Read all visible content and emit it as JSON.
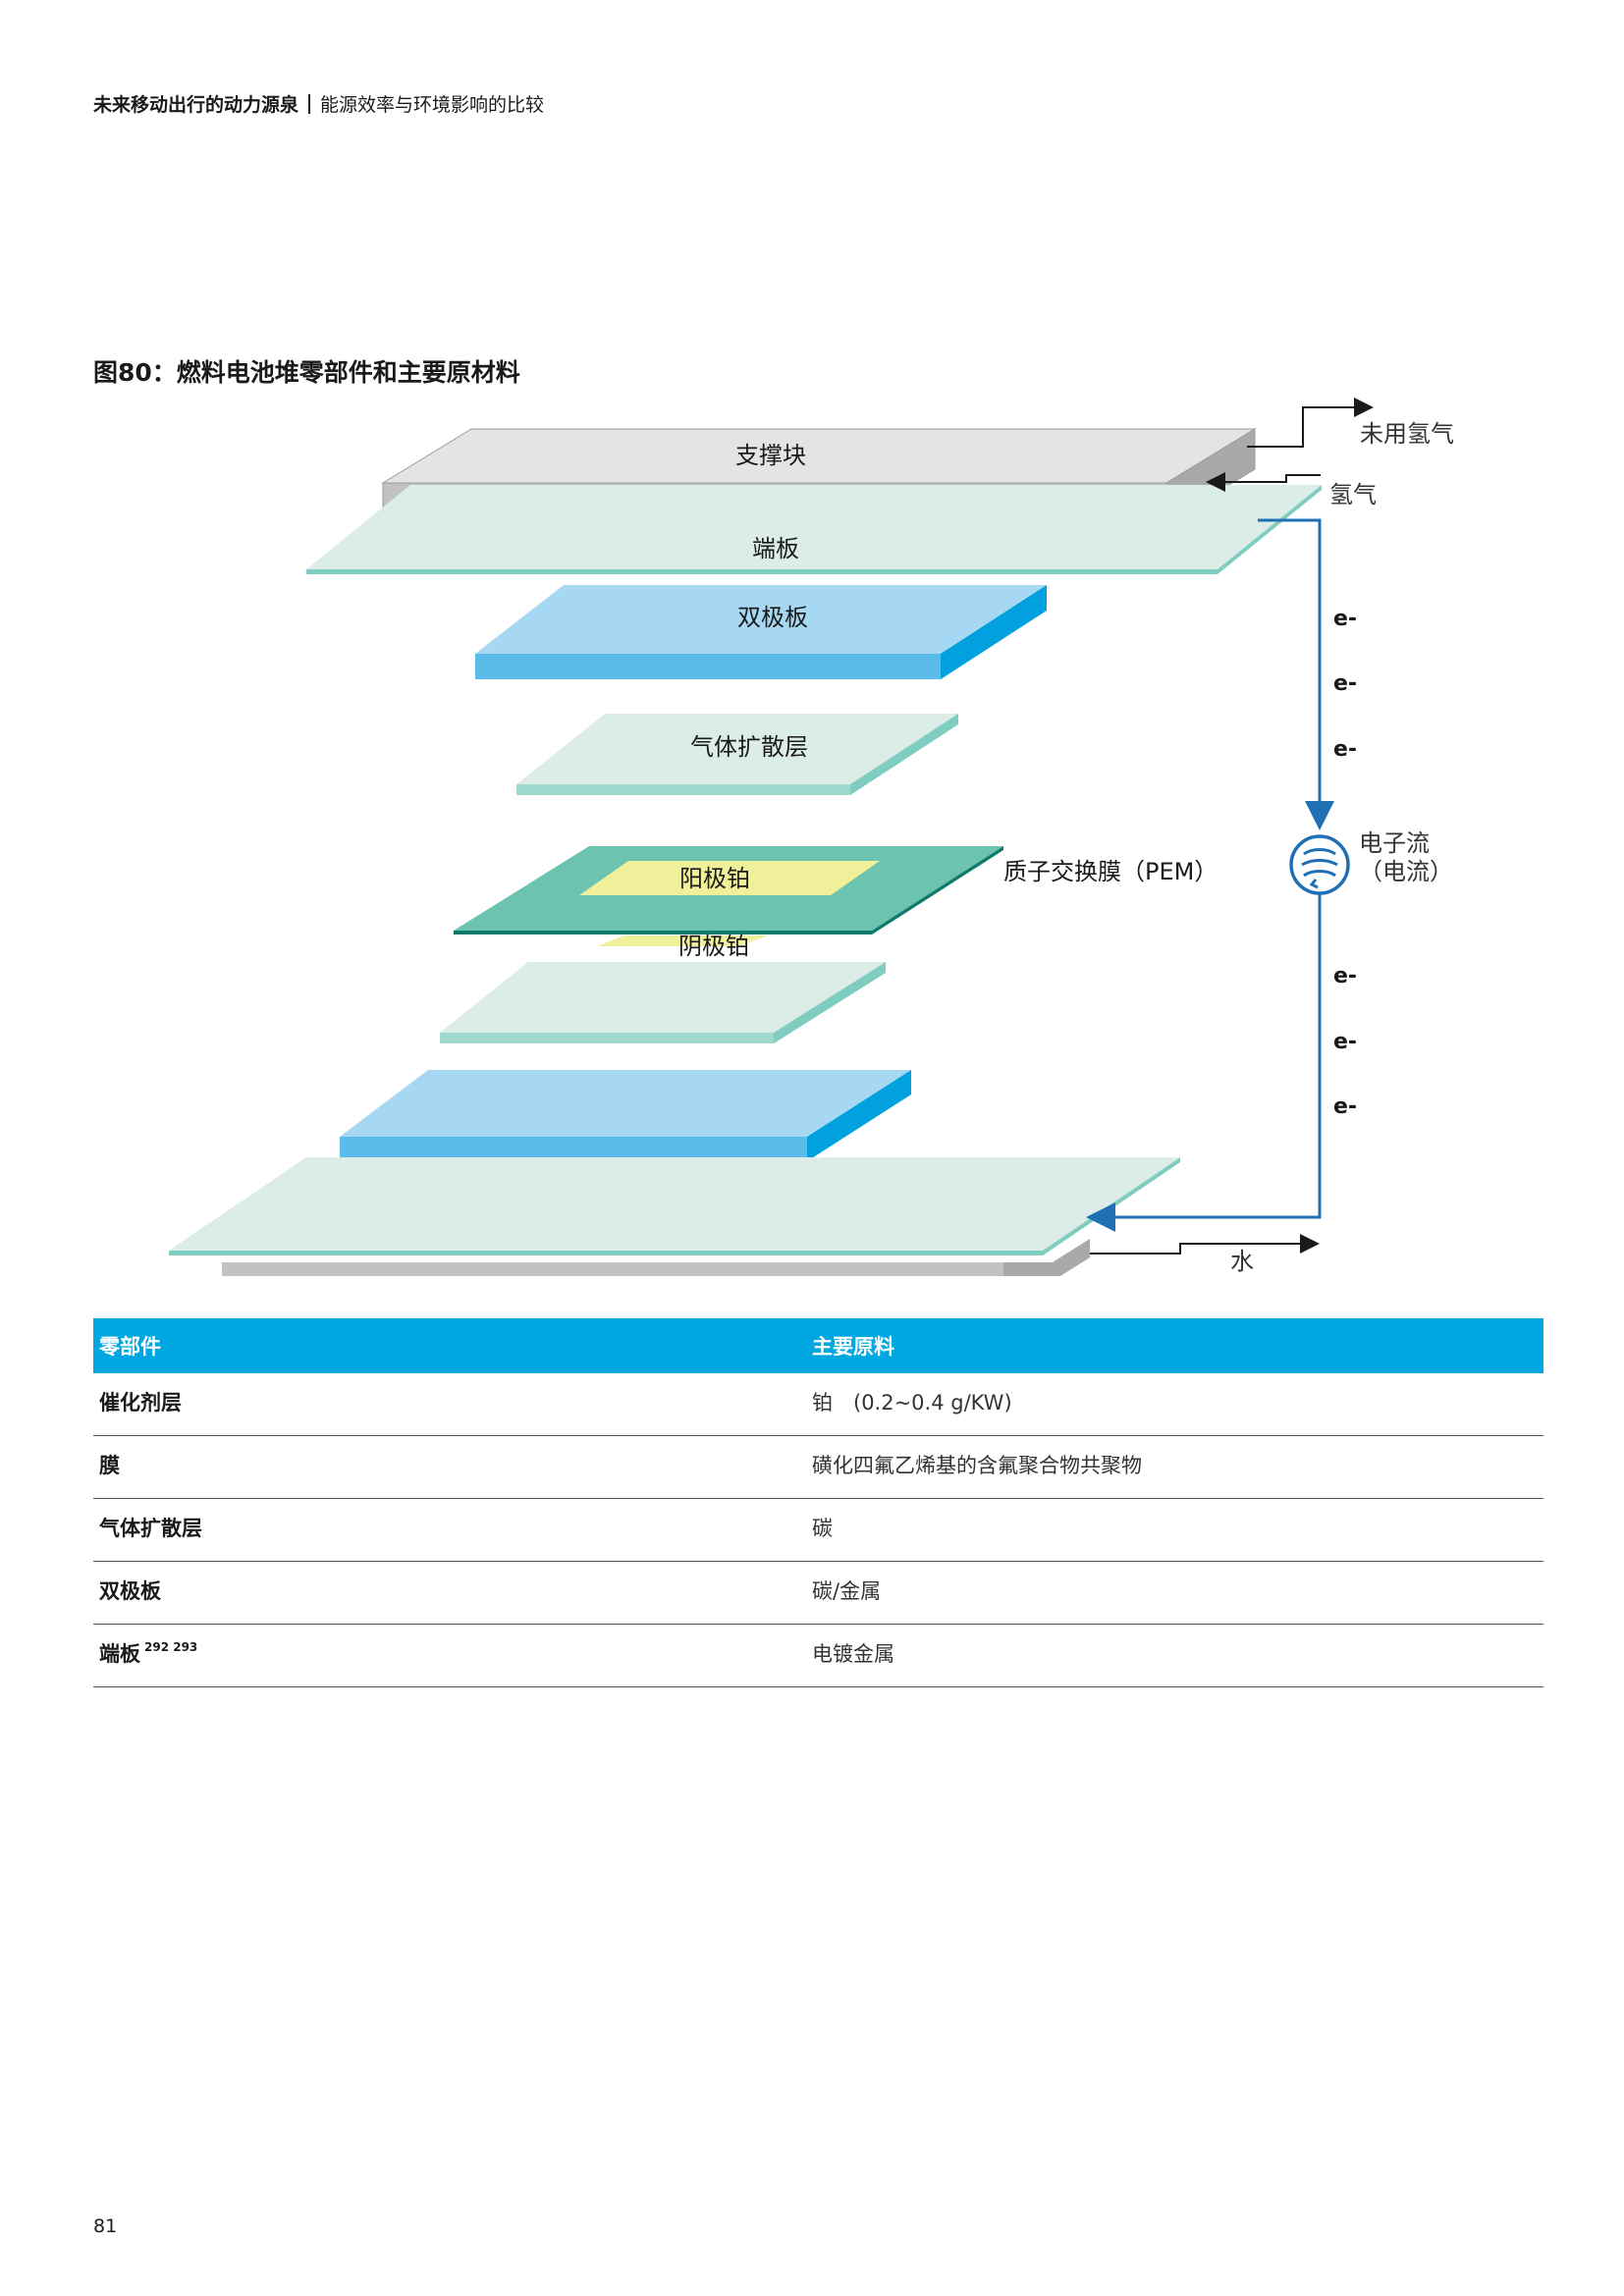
{
  "header": {
    "title": "未来移动出行的动力源泉",
    "subtitle": "能源效率与环境影响的比较"
  },
  "figure": {
    "title": "图80：燃料电池堆零部件和主要原材料",
    "labels": {
      "support_block": "支撑块",
      "end_plate": "端板",
      "bipolar_plate": "双极板",
      "gas_diffusion_layer": "气体扩散层",
      "anode_platinum": "阳极铂",
      "cathode_platinum": "阴极铂",
      "pem": "质子交换膜（PEM）",
      "unused_hydrogen": "未用氢气",
      "hydrogen": "氢气",
      "electron_flow_line1": "电子流",
      "electron_flow_line2": "（电流）",
      "electron": "e-",
      "water": "水"
    },
    "colors": {
      "support_gray_top": "#e4e4e4",
      "support_gray_side": "#bdbdbd",
      "end_plate": "#dcece6",
      "end_plate_edge": "#7fcdc0",
      "bipolar_top": "#a7d8f3",
      "bipolar_side": "#00a1de",
      "gdl_top": "#dcece6",
      "gdl_edge": "#93d5c8",
      "pem_top": "#6cc3b0",
      "pem_edge": "#0e7a6c",
      "platinum": "#f0f09a",
      "circuit": "#1f6fb5"
    }
  },
  "table": {
    "headers": [
      "零部件",
      "主要原料"
    ],
    "rows": [
      {
        "part": "催化剂层",
        "material": "铂　(0.2~0.4 g/KW)",
        "ref": ""
      },
      {
        "part": "膜",
        "material": "磺化四氟乙烯基的含氟聚合物共聚物",
        "ref": ""
      },
      {
        "part": "气体扩散层",
        "material": "碳",
        "ref": ""
      },
      {
        "part": "双极板",
        "material": "碳/金属",
        "ref": ""
      },
      {
        "part": "端板",
        "material": "电镀金属",
        "ref": "292 293"
      }
    ]
  },
  "page_number": "81"
}
